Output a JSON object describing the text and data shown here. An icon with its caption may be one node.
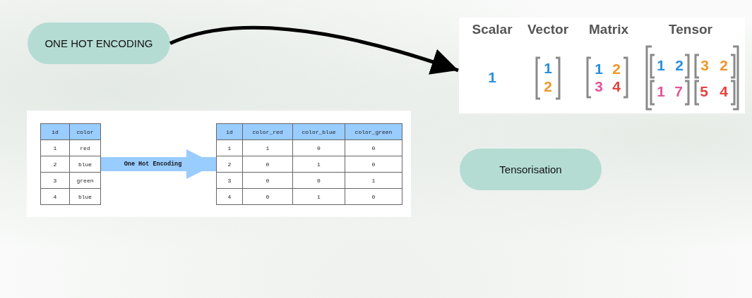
{
  "diagram": {
    "nodes": [
      {
        "text": [
          "ONE HOT ENCODING"
        ]
      },
      {
        "text": [
          "Scalar",
          "Vector",
          "Matrix",
          "Tensor",
          "1",
          "1",
          "2",
          "1",
          "2",
          "3",
          "4",
          "1",
          "2",
          "3",
          "2",
          "1",
          "7",
          "5",
          "4"
        ]
      },
      {
        "text": [],
        "shape": "box"
      },
      {
        "text": [
          "id",
          "color",
          "1",
          "red",
          "2",
          "blue",
          "3",
          "green",
          "4",
          "blue"
        ],
        "in": 2
      },
      {
        "text": [
          "id",
          "color_red",
          "color_blue",
          "color_green",
          "1",
          "1",
          "0",
          "0",
          "2",
          "0",
          "1",
          "0",
          "3",
          "0",
          "0",
          "1",
          "4",
          "0",
          "1",
          "0"
        ],
        "in": 2
      },
      {
        "text": [
          "Tensorisation"
        ]
      }
    ],
    "edges": [
      {
        "from": 0,
        "to": 1,
        "arrow": "to"
      },
      {
        "from": 3,
        "to": 4,
        "arrow": "to",
        "label": "One Hot Encoding",
        "style": "thick",
        "color": "#99ccff"
      }
    ]
  }
}
